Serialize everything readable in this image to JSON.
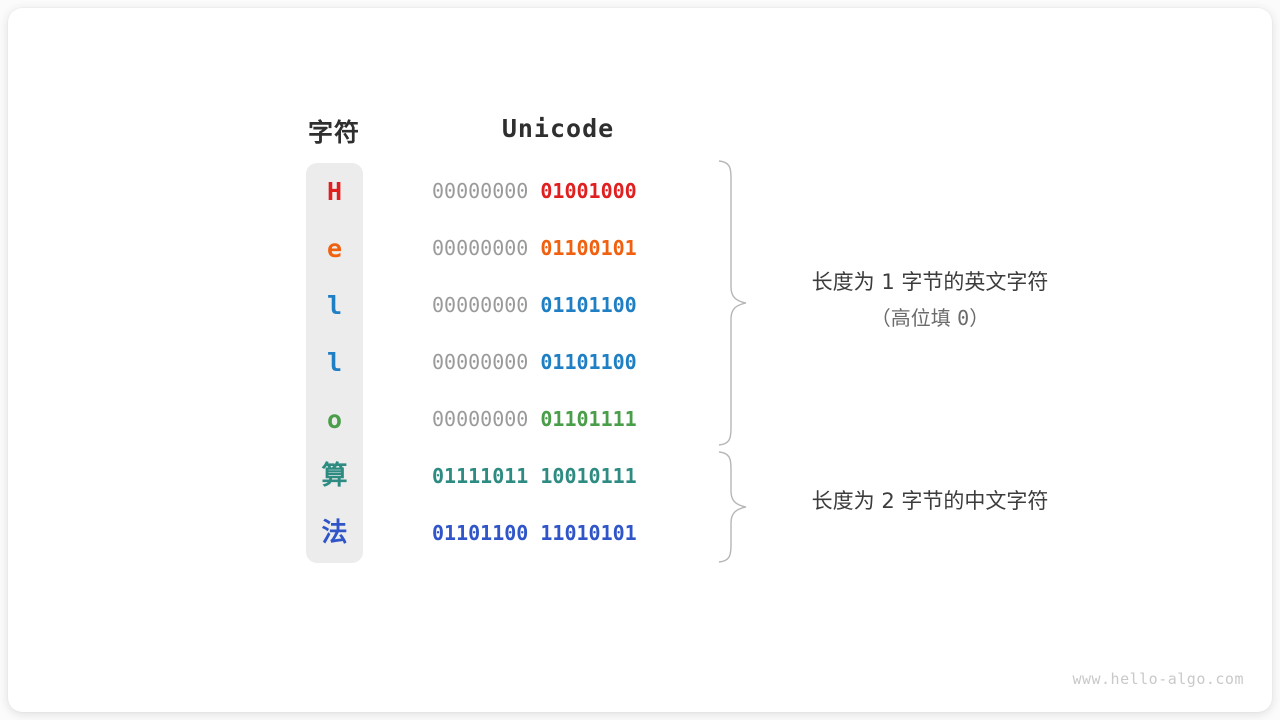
{
  "headers": {
    "character": "字符",
    "unicode": "Unicode"
  },
  "rows": [
    {
      "char": "H",
      "color": "#e02020",
      "is_cjk": false,
      "high_byte": "00000000",
      "low_byte": "01001000",
      "high_filled": false
    },
    {
      "char": "e",
      "color": "#f0600f",
      "is_cjk": false,
      "high_byte": "00000000",
      "low_byte": "01100101",
      "high_filled": false
    },
    {
      "char": "l",
      "color": "#1f7fc4",
      "is_cjk": false,
      "high_byte": "00000000",
      "low_byte": "01101100",
      "high_filled": false
    },
    {
      "char": "l",
      "color": "#1f7fc4",
      "is_cjk": false,
      "high_byte": "00000000",
      "low_byte": "01101100",
      "high_filled": false
    },
    {
      "char": "o",
      "color": "#4a9e4a",
      "is_cjk": false,
      "high_byte": "00000000",
      "low_byte": "01101111",
      "high_filled": false
    },
    {
      "char": "算",
      "color": "#2e8b82",
      "is_cjk": true,
      "high_byte": "01111011",
      "low_byte": "10010111",
      "high_filled": true
    },
    {
      "char": "法",
      "color": "#2f55c8",
      "is_cjk": true,
      "high_byte": "01101100",
      "low_byte": "11010101",
      "high_filled": true
    }
  ],
  "annotations": [
    {
      "main": "长度为 1 字节的英文字符",
      "sub_prefix": "（高位填 ",
      "sub_value": "0",
      "sub_suffix": "）"
    },
    {
      "main": "长度为 2 字节的中文字符",
      "sub_prefix": "",
      "sub_value": "",
      "sub_suffix": ""
    }
  ],
  "watermark": "www.hello-algo.com",
  "colors": {
    "panel_background": "#ececec",
    "card_background": "#ffffff",
    "brace_stroke": "#b6b6b6",
    "high_byte_gray": "#9a9a9a"
  }
}
